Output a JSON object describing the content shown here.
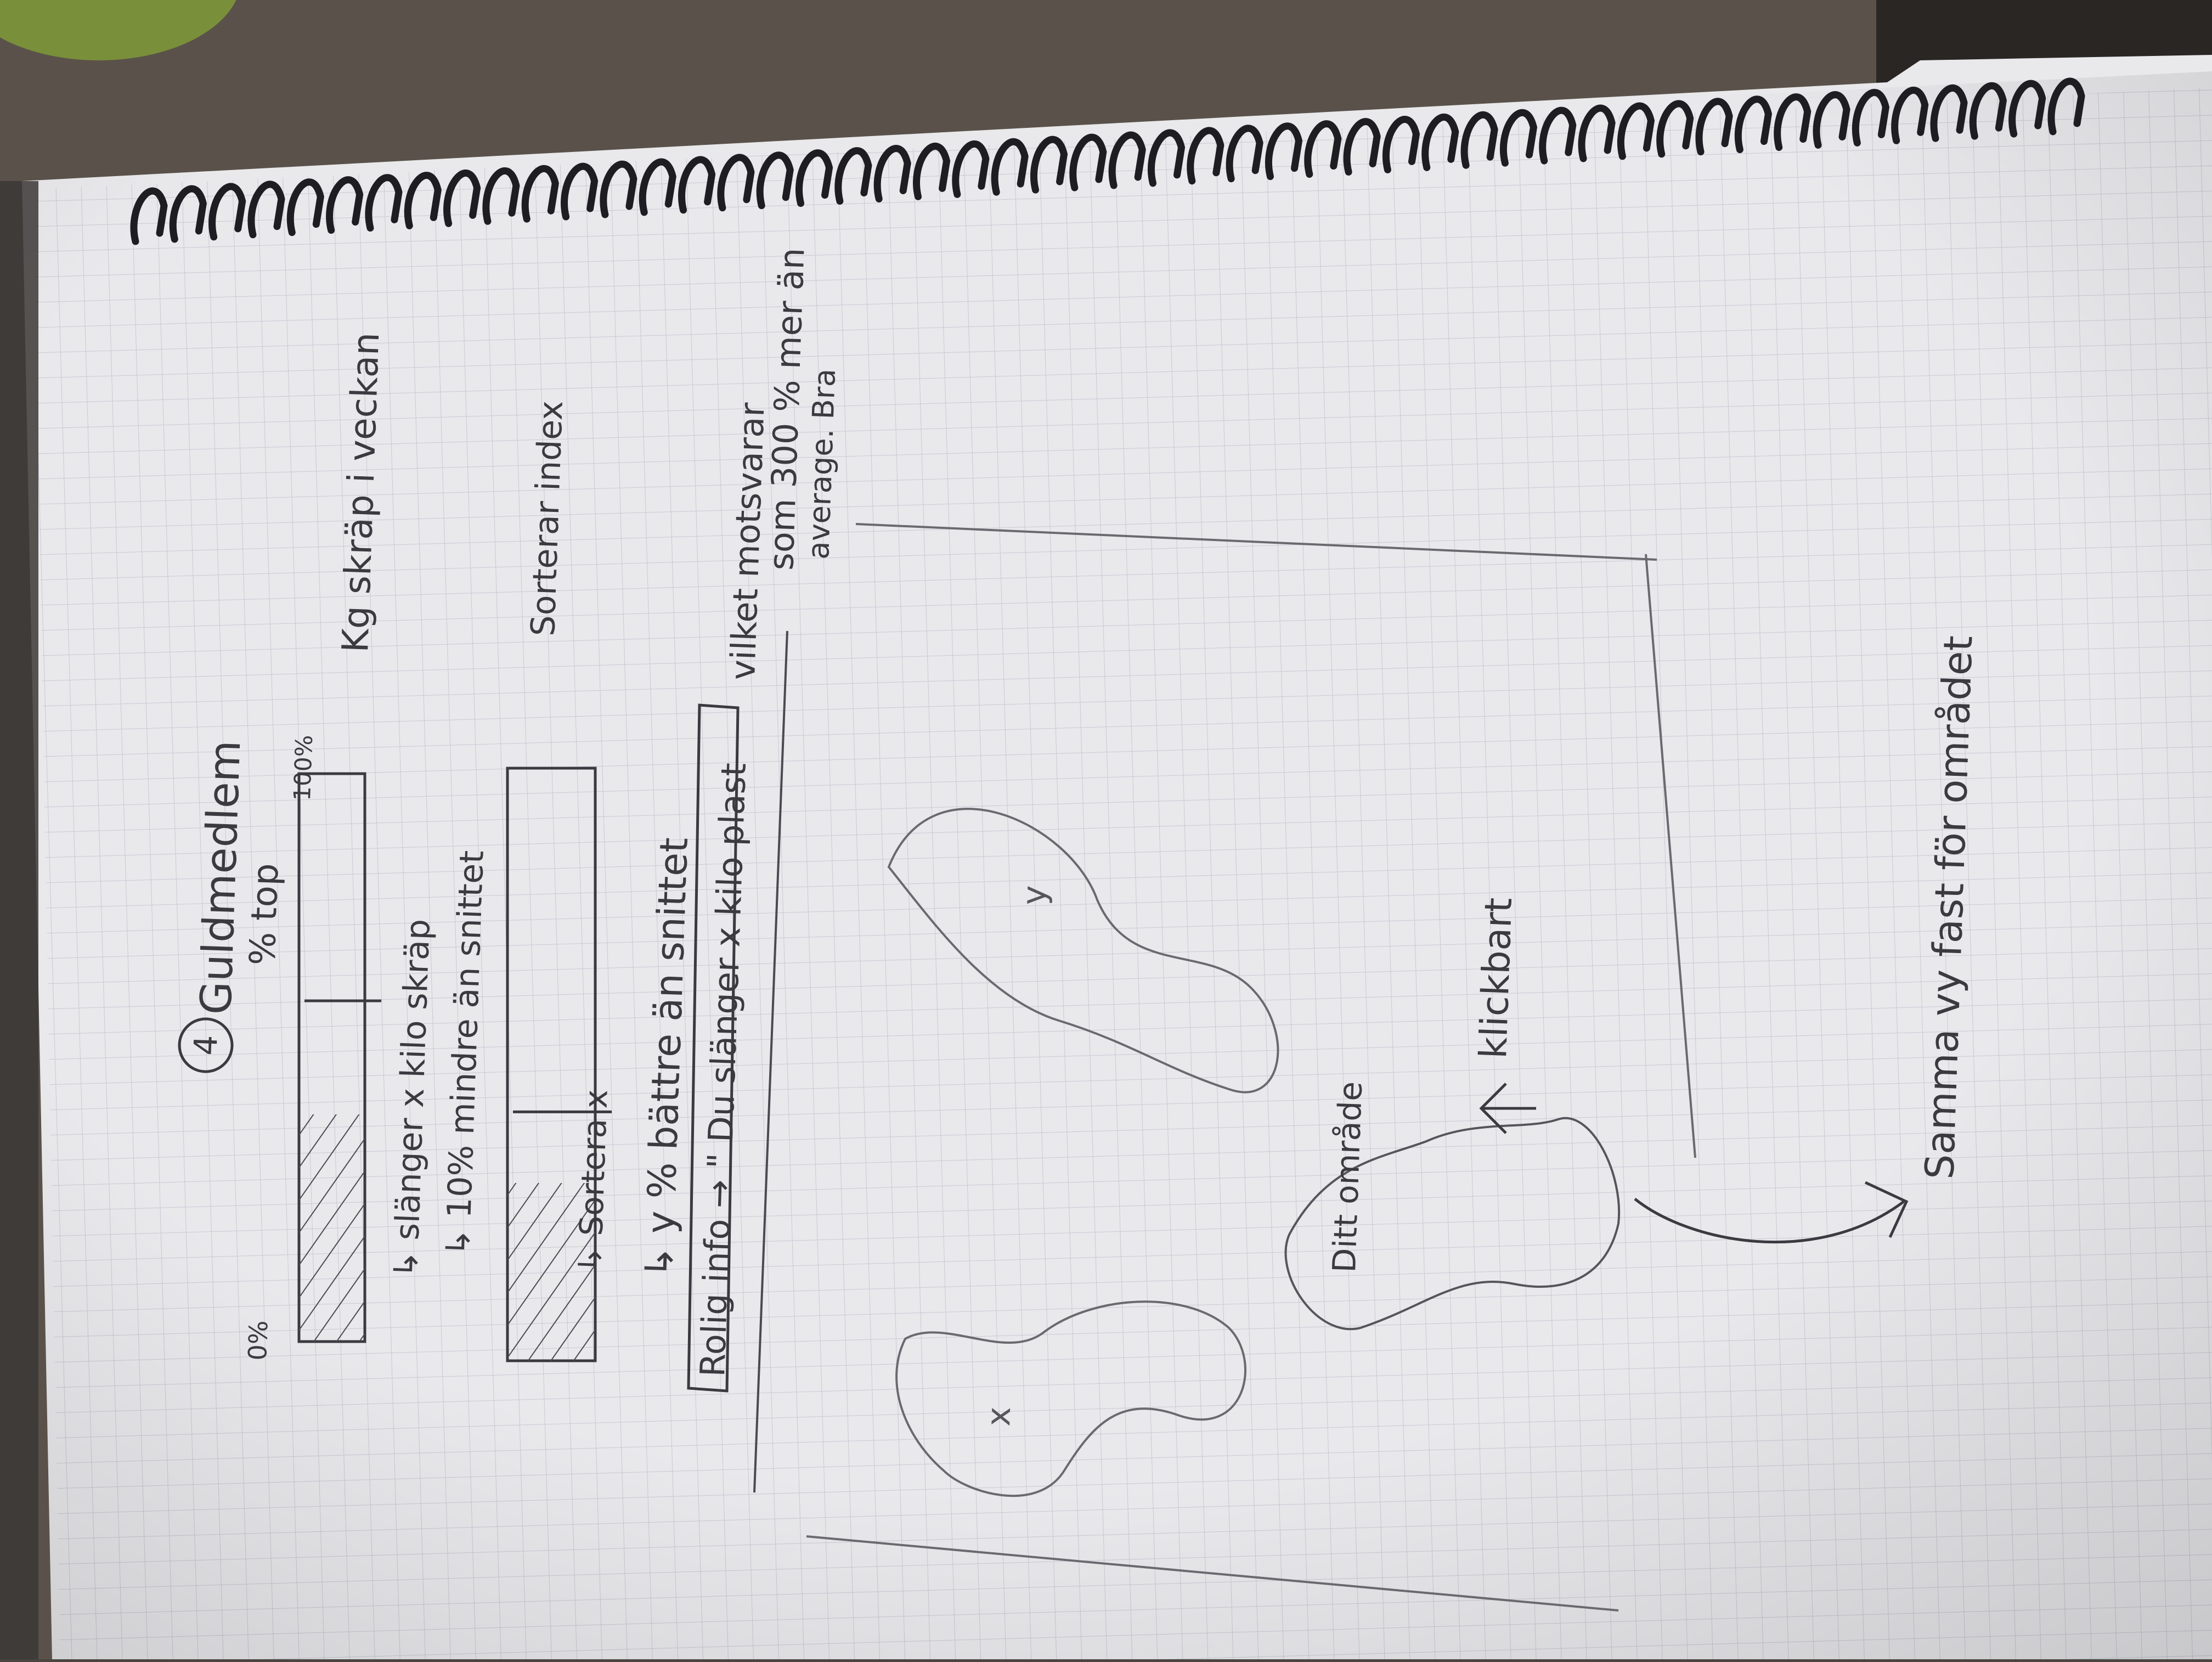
{
  "notebook": {
    "header": {
      "icon_number": "4",
      "title": "Guldmedlem",
      "percent_top": "% top"
    },
    "bar1": {
      "start_label": "0%",
      "end_label": "100%",
      "fill_fraction": 0.4,
      "marker_fraction": 0.6,
      "side_note": "Kg skräp i veckan"
    },
    "bullets_top": [
      "↳ slänger  x  kilo skräp",
      "↳ 10%  mindre  än  snittet"
    ],
    "bar2": {
      "fill_fraction": 0.3,
      "marker_fraction": 0.42,
      "side_note": "Sorterar index"
    },
    "bullets_bottom": [
      "↳ Sortera  x",
      "↳ y %  bättre  än  snittet"
    ],
    "info_box": "Rolig info → \" Du slänger x kilo plast",
    "info_tail": "vilket motsvarar",
    "footnote_left": "som 300 % mer än",
    "footnote_right": "average. Bra",
    "region_labels": {
      "x": "x",
      "y": "y",
      "yours": "Ditt område"
    },
    "click_label": "klickbart",
    "bottom_note": "Samma vy fast för området"
  },
  "colors": {
    "paper": "#ebebee",
    "grid": "#c9cbd3",
    "ink": "#3a3a3f",
    "pencil": "#5e5e62",
    "spiral": "#1d1d22"
  }
}
